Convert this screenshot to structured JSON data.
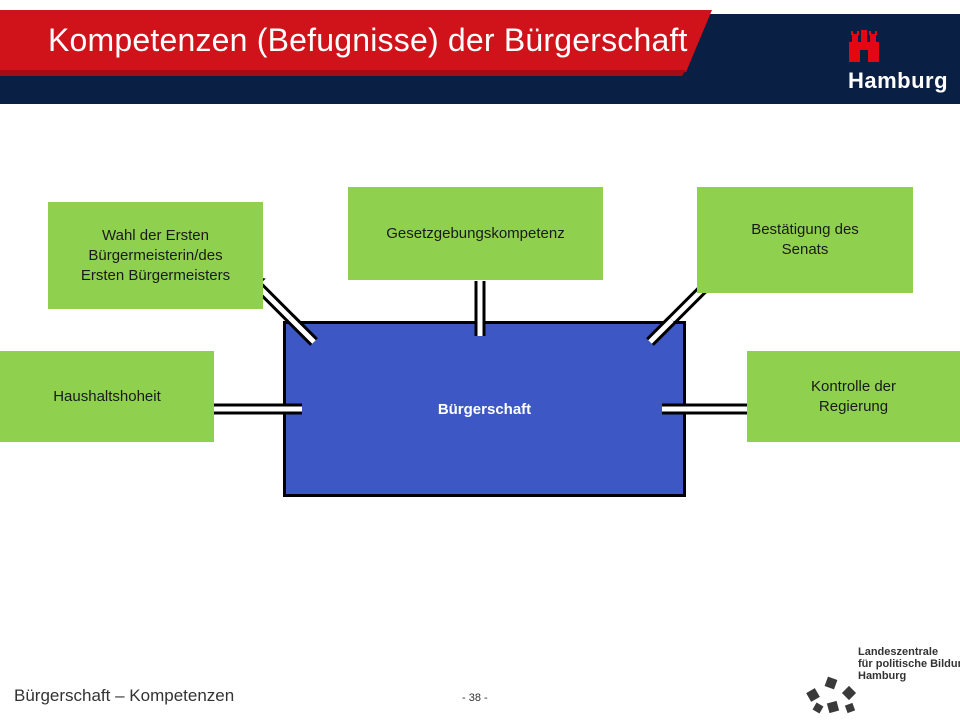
{
  "header": {
    "title": "Kompetenzen (Befugnisse) der Bürgerschaft",
    "logo_text": "Hamburg",
    "colors": {
      "red": "#d0121b",
      "navy": "#0a1f44"
    }
  },
  "diagram": {
    "center": {
      "label": "Bürgerschaft"
    },
    "nodes": [
      {
        "id": "wahl",
        "label_lines": [
          "Wahl der Ersten",
          "Bürgermeisterin/des",
          "Ersten Bürgermeisters"
        ]
      },
      {
        "id": "gesetz",
        "label_lines": [
          "Gesetzgebungskompetenz"
        ]
      },
      {
        "id": "bestaetigung",
        "label_lines": [
          "Bestätigung des",
          "Senats"
        ]
      },
      {
        "id": "haushalt",
        "label_lines": [
          "Haushaltshoheit"
        ]
      },
      {
        "id": "kontrolle",
        "label_lines": [
          "Kontrolle der",
          "Regierung"
        ]
      }
    ],
    "edges": [
      {
        "from": "center",
        "to": "wahl"
      },
      {
        "from": "center",
        "to": "gesetz"
      },
      {
        "from": "center",
        "to": "bestaetigung"
      },
      {
        "from": "center",
        "to": "haushalt"
      },
      {
        "from": "center",
        "to": "kontrolle"
      }
    ],
    "colors": {
      "node": "#8fd14f",
      "center": "#3d57c4",
      "arrow": "#000000"
    }
  },
  "footer": {
    "text": "Bürgerschaft – Kompetenzen",
    "page": "- 38 -",
    "org_lines": [
      "Landeszentrale",
      "für politische Bildung",
      "Hamburg"
    ]
  }
}
